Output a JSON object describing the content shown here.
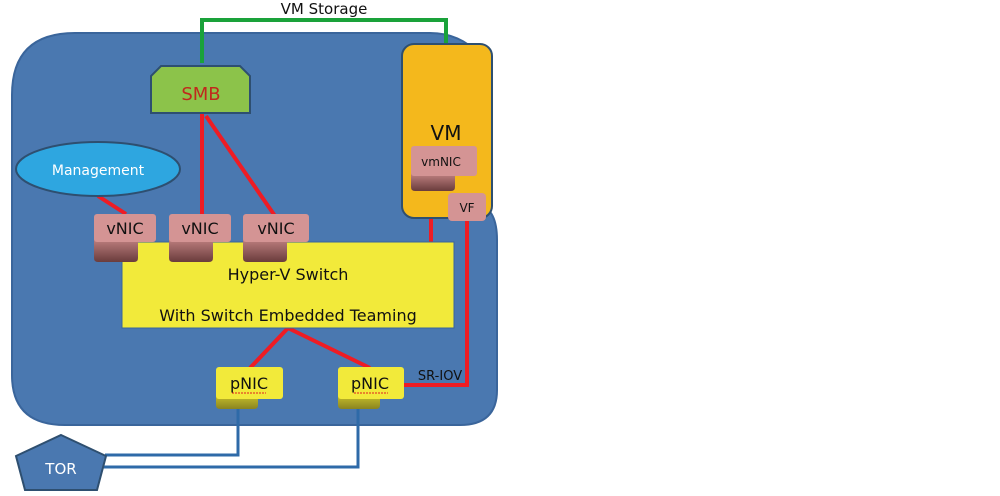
{
  "diagram": {
    "storage_link_label": "VM Storage",
    "smb_label": "SMB",
    "management_label": "Management",
    "vm_label": "VM",
    "vmnic_label": "vmNIC",
    "vf_label": "VF",
    "vnics": [
      "vNIC",
      "vNIC",
      "vNIC"
    ],
    "switch_title": "Hyper-V Switch",
    "switch_subtitle": "With Switch Embedded Teaming",
    "pnics": [
      "pNIC",
      "pNIC"
    ],
    "sriov_label": "SR-IOV",
    "tor_label": "TOR",
    "colors": {
      "host": "#4a78b0",
      "host_border": "#2e5b8f",
      "smb_fill": "#8cc34a",
      "smb_text": "#c0281c",
      "management_fill": "#2ea6e0",
      "vm_fill": "#f4b81c",
      "nic_fill": "#d49494",
      "switch_fill": "#f2ea3a",
      "pnic_fill": "#f2ea3a",
      "red_link": "#ee1c24",
      "green_link": "#1aa23a",
      "blue_link": "#2e6aa8",
      "tor_fill": "#4a78b0"
    }
  }
}
